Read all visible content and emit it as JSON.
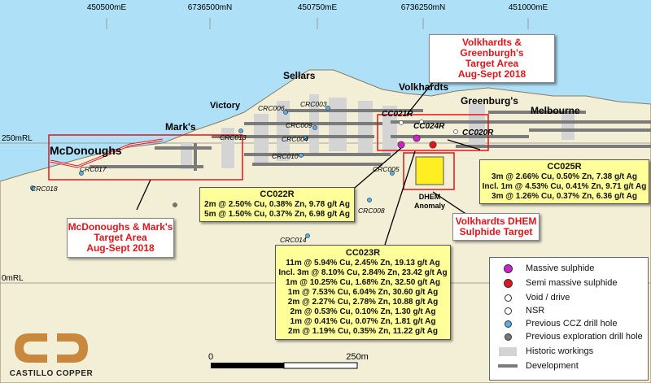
{
  "colors": {
    "sky": "#aee0f7",
    "ground": "#f3efd7",
    "workings": "#d4d4d4",
    "development": "#7b7b7b",
    "target_red": "#e0161b",
    "callout": "#ffff99",
    "massive": "#cc22cc",
    "semi_massive": "#e0161b",
    "dhem": "#ffee22"
  },
  "coords": {
    "top": [
      {
        "label": "450500mE"
      },
      {
        "label": "6736500mN"
      },
      {
        "label": "450750mE"
      },
      {
        "label": "6736250mN"
      },
      {
        "label": "451000mE"
      }
    ],
    "rl": [
      {
        "label": "250mRL"
      },
      {
        "label": "0mRL"
      }
    ]
  },
  "place_names": [
    {
      "label": "McDonoughs"
    },
    {
      "label": "Mark's"
    },
    {
      "label": "Victory"
    },
    {
      "label": "Sellars"
    },
    {
      "label": "Volkhardts"
    },
    {
      "label": "Greenburg's"
    },
    {
      "label": "Melbourne"
    }
  ],
  "drill_holes": [
    {
      "label": "CRC017",
      "kind": "ccz"
    },
    {
      "label": "CRC018",
      "kind": "ccz"
    },
    {
      "label": "CRC013",
      "kind": "ccz"
    },
    {
      "label": "CRC006",
      "kind": "ccz"
    },
    {
      "label": "CRC003",
      "kind": "ccz"
    },
    {
      "label": "CRC009",
      "kind": "ccz"
    },
    {
      "label": "CRC004",
      "kind": "ccz"
    },
    {
      "label": "CRC010",
      "kind": "ccz"
    },
    {
      "label": "CRC005",
      "kind": "ccz"
    },
    {
      "label": "CRC008",
      "kind": "ccz"
    },
    {
      "label": "CRC014",
      "kind": "ccz"
    },
    {
      "label": "CC021R",
      "kind": "new"
    },
    {
      "label": "CC024R",
      "kind": "new"
    },
    {
      "label": "CC020R",
      "kind": "new"
    }
  ],
  "dhem": {
    "label": "DHEM Anomaly"
  },
  "targets": {
    "volk_greenburgh": {
      "lines": [
        "Volkhardts & Greenburgh's",
        "Target Area",
        "Aug-Sept 2018"
      ]
    },
    "mcdonoughs": {
      "lines": [
        "McDonoughs & Mark's",
        "Target Area",
        "Aug-Sept 2018"
      ]
    },
    "dhem_target": {
      "lines": [
        "Volkhardts DHEM",
        "Sulphide Target"
      ]
    }
  },
  "callouts": {
    "cc022r": {
      "title": "CC022R",
      "lines": [
        "2m @ 2.50% Cu, 0.38% Zn, 9.78 g/t Ag",
        "5m @ 1.50% Cu, 0.37% Zn, 6.98 g/t Ag"
      ]
    },
    "cc025r": {
      "title": "CC025R",
      "lines": [
        "3m @ 2.66% Cu, 0.50% Zn, 7.38 g/t Ag",
        "Incl. 1m @ 4.53% Cu, 0.41% Zn, 9.71 g/t Ag",
        "3m @ 1.26% Cu, 0.37% Zn, 6.36 g/t Ag"
      ]
    },
    "cc023r": {
      "title": "CC023R",
      "lines": [
        "11m @ 5.94% Cu, 2.45% Zn, 19.13 g/t Ag",
        "Incl. 3m @ 8.10% Cu, 2.84% Zn, 23.42 g/t Ag",
        "1m @ 10.25% Cu, 1.68% Zn, 32.50 g/t Ag",
        "1m @ 7.53% Cu, 6.04% Zn, 30.60 g/t Ag",
        "2m @ 2.27% Cu, 2.78% Zn, 10.88 g/t Ag",
        "2m @ 0.53% Cu, 0.10% Zn, 1.30 g/t Ag",
        "1m @ 0.41% Cu, 0.07% Zn, 1.81 g/t Ag",
        "2m @ 1.19% Cu, 0.35% Zn, 11.22 g/t Ag"
      ]
    }
  },
  "legend": [
    {
      "label": "Massive sulphide",
      "icon": "magenta-dot-icon"
    },
    {
      "label": "Semi massive sulphide",
      "icon": "red-dot-icon"
    },
    {
      "label": "Void / drive",
      "icon": "white-dot-icon"
    },
    {
      "label": "NSR",
      "icon": "white-dot-icon"
    },
    {
      "label": "Previous CCZ drill hole",
      "icon": "blue-dot-icon"
    },
    {
      "label": "Previous exploration drill hole",
      "icon": "grey-dot-icon"
    },
    {
      "label": "Historic workings",
      "icon": "grey-box-icon"
    },
    {
      "label": "Development",
      "icon": "grey-bar-icon"
    }
  ],
  "scale": {
    "start": "0",
    "end": "250m"
  },
  "logo": {
    "text": "CASTILLO COPPER"
  }
}
